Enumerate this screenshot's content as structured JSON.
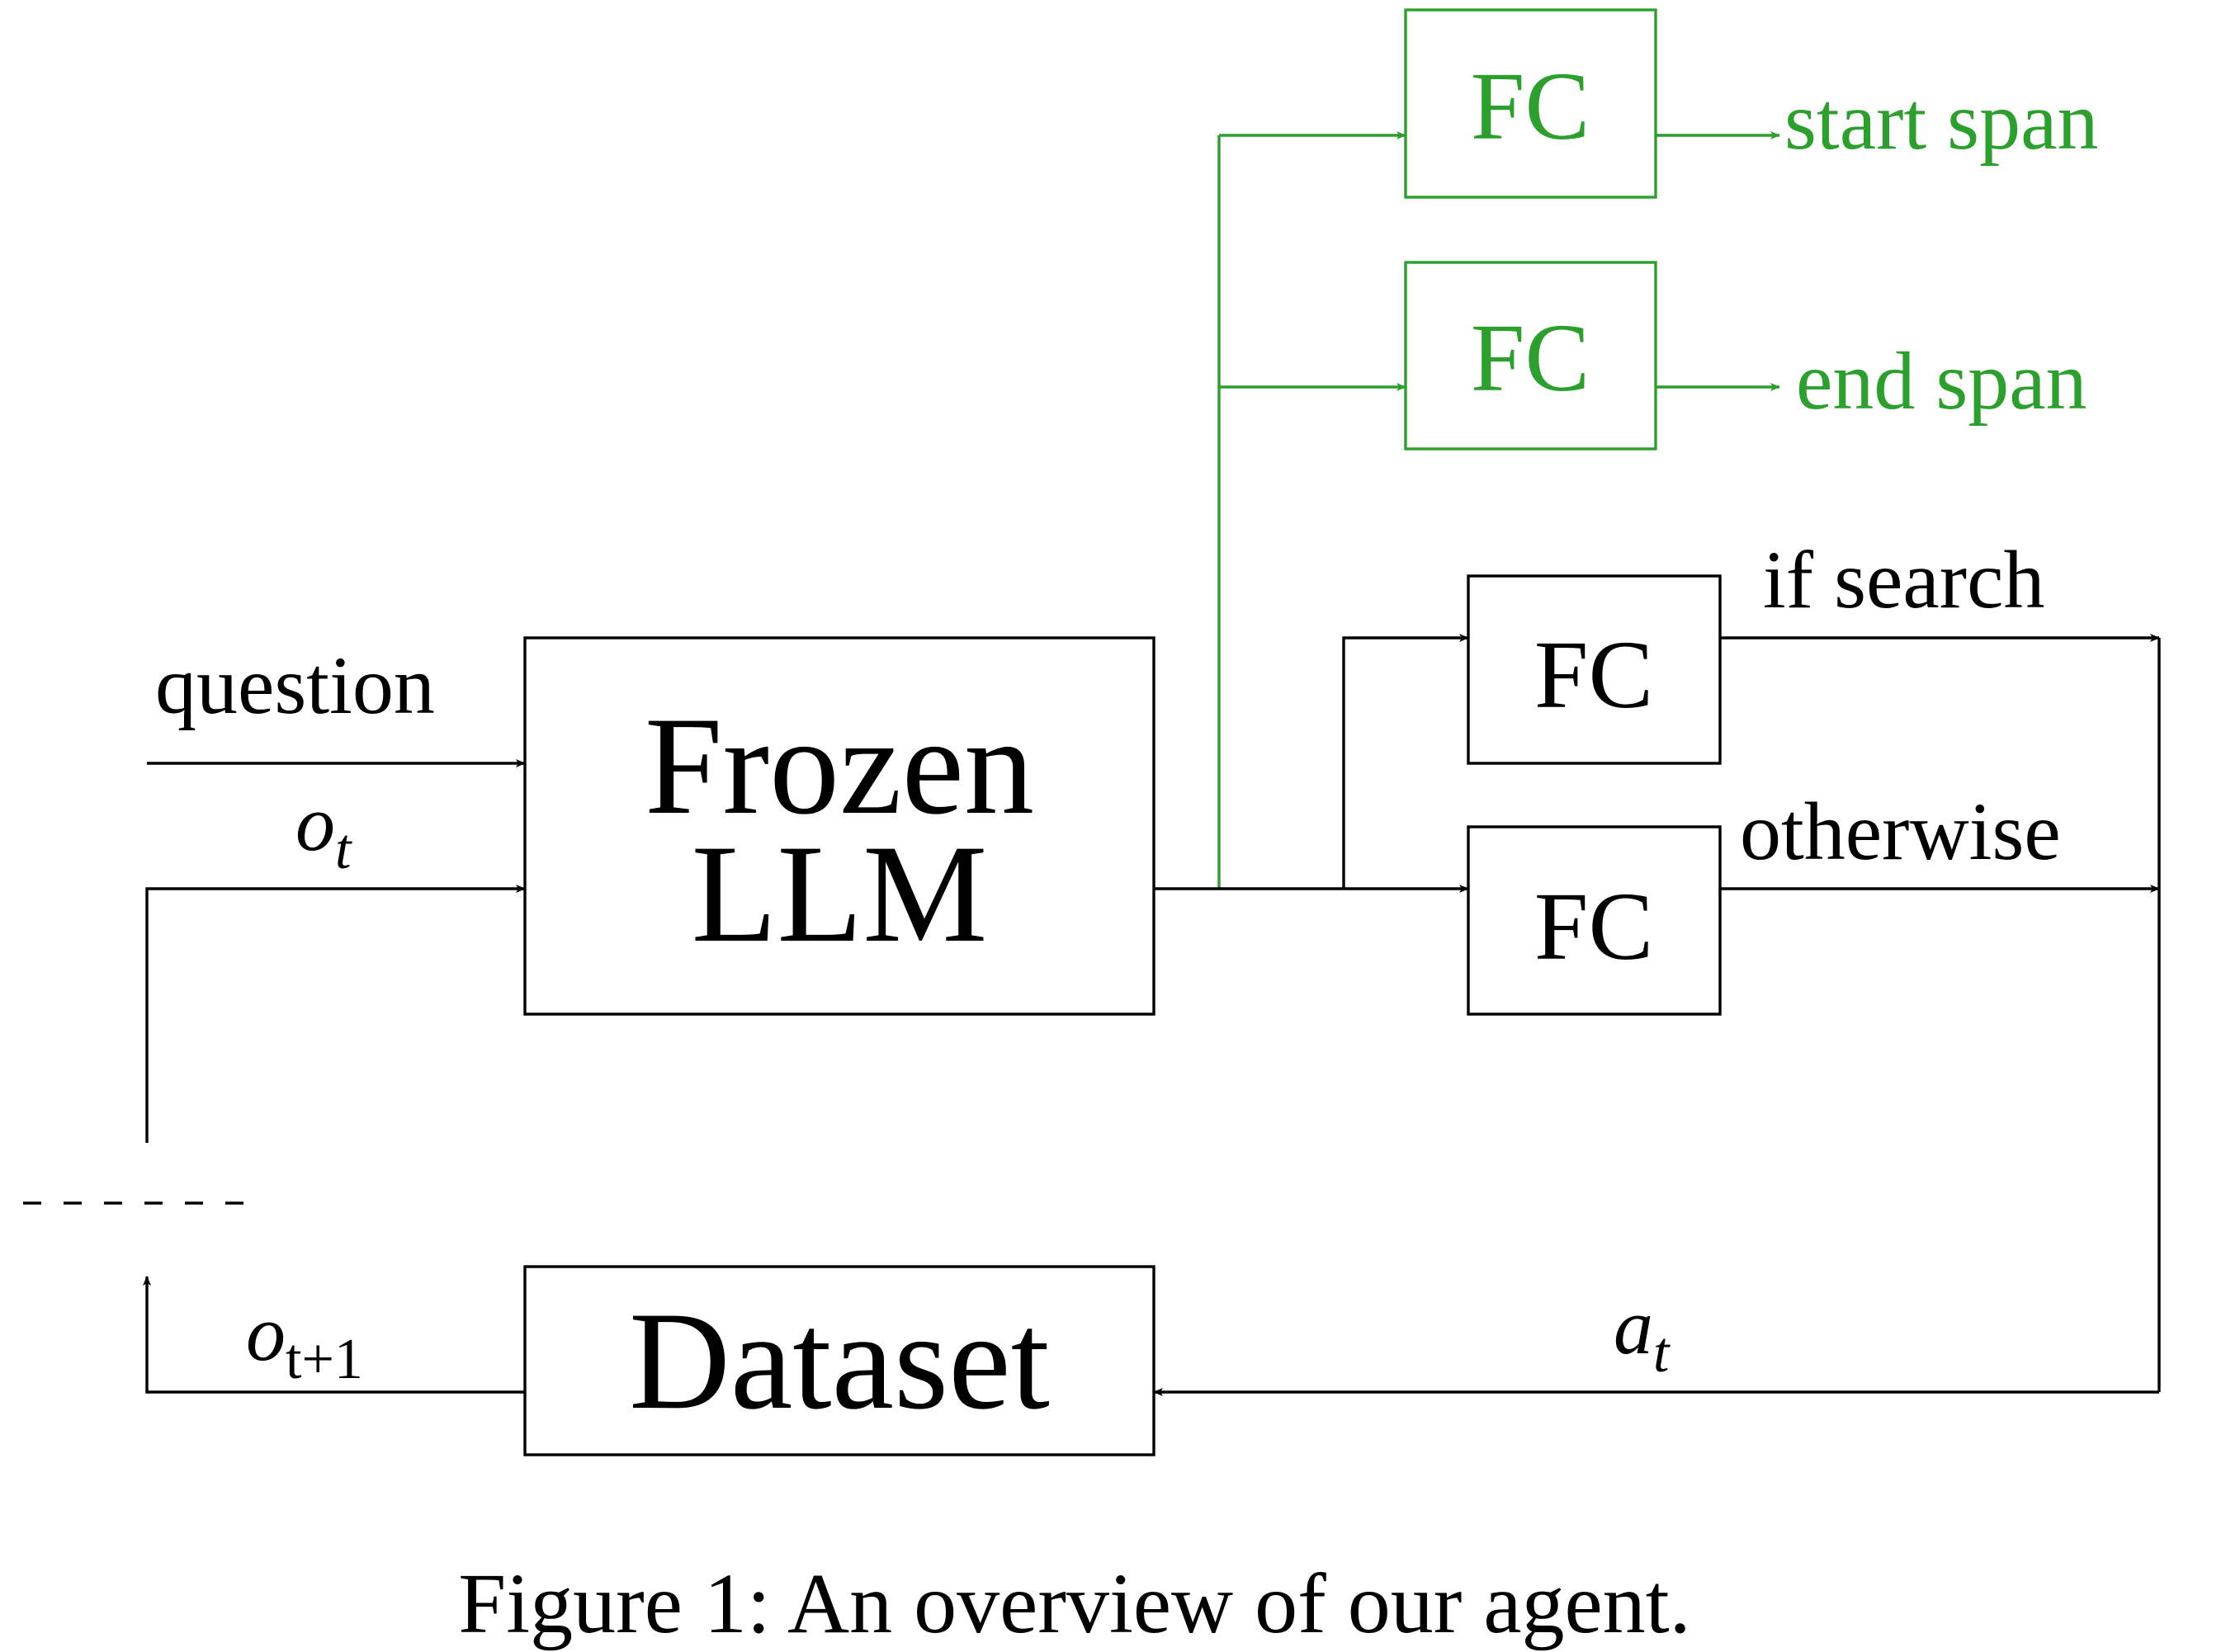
{
  "colors": {
    "ink": "#000000",
    "span_branch": "#2ca02c",
    "background": "#ffffff"
  },
  "nodes": {
    "frozen_llm": {
      "line1": "Frozen",
      "line2": "LLM"
    },
    "dataset": {
      "label": "Dataset"
    },
    "fc_start": {
      "label": "FC"
    },
    "fc_end": {
      "label": "FC"
    },
    "fc_search": {
      "label": "FC"
    },
    "fc_otherwise": {
      "label": "FC"
    }
  },
  "edge_labels": {
    "question": "question",
    "o_t_base": "o",
    "o_t_sub": "t",
    "o_t1_base": "o",
    "o_t1_sub": "t+1",
    "a_t_base": "a",
    "a_t_sub": "t",
    "start_span": "start span",
    "end_span": "end span",
    "if_search": "if search",
    "otherwise": "otherwise"
  },
  "caption": "Figure 1: An overview of our agent."
}
